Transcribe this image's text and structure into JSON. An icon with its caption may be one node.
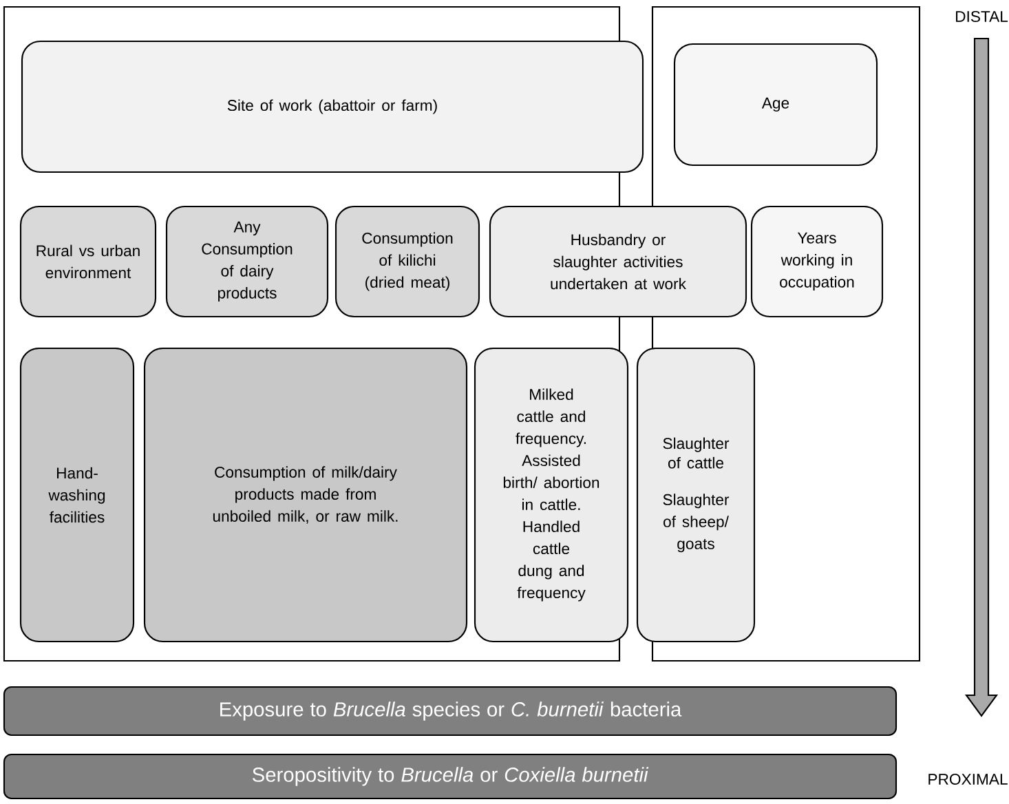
{
  "diagram": {
    "nodes": [
      {
        "text": [
          "Site of work (abattoir or farm)"
        ]
      },
      {
        "text": [
          "Age"
        ]
      },
      {
        "text": [
          "Rural vs urban environment"
        ]
      },
      {
        "text": [
          "Any Consumption of dairy products"
        ]
      },
      {
        "text": [
          "Consumption of kilichi (dried meat)"
        ]
      },
      {
        "text": [
          "Husbandry or slaughter activities undertaken at work"
        ]
      },
      {
        "text": [
          "Years working in occupation"
        ]
      },
      {
        "text": [
          "Hand-washing facilities"
        ]
      },
      {
        "text": [
          "Consumption of milk/dairy products made from unboiled milk, or raw milk."
        ]
      },
      {
        "text": [
          "Milked cattle and frequency. Assisted birth/ abortion in cattle. Handled cattle dung and frequency"
        ]
      },
      {
        "text": [
          "Slaughter of cattle",
          "Slaughter of sheep/ goats"
        ]
      },
      {
        "text": [
          "Exposure to *Brucella* species or *C. burnetii* bacteria"
        ]
      },
      {
        "text": [
          "Seropositivity to *Brucella* or *Coxiella burnetii*"
        ]
      }
    ],
    "labels": [
      "DISTAL",
      "PROXIMAL"
    ]
  }
}
